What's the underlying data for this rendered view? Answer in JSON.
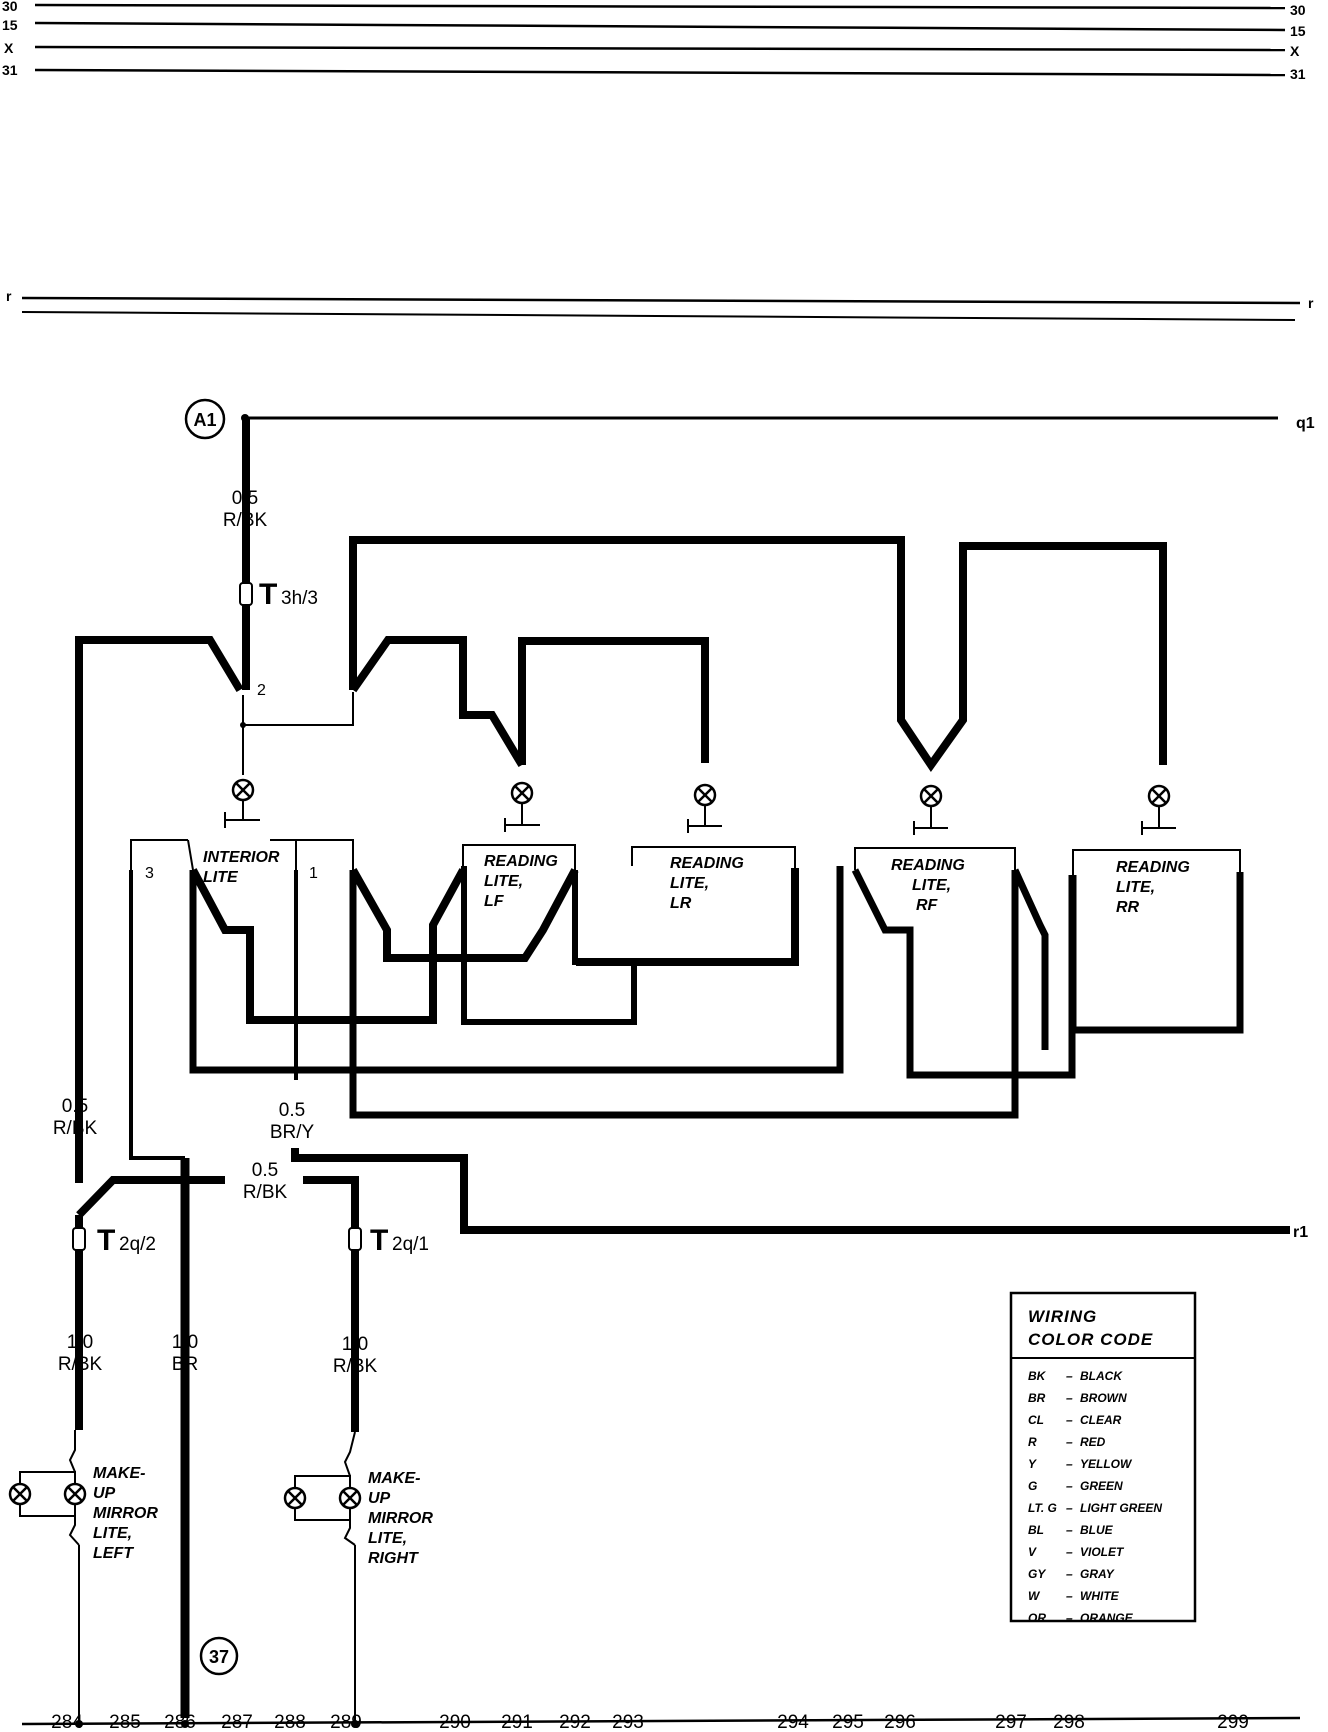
{
  "buses": {
    "b30": "30",
    "b15": "15",
    "bx": "X",
    "b31": "31",
    "r": "r"
  },
  "connections": {
    "a1": "A1",
    "c37": "37",
    "q1": "q1",
    "r1": "r1"
  },
  "connectors": {
    "t3h3": {
      "main": "T",
      "sub": "3h/3"
    },
    "t2q2": {
      "main": "T",
      "sub": "2q/2"
    },
    "t2q1": {
      "main": "T",
      "sub": "2q/1"
    }
  },
  "pins": {
    "p2": "2",
    "p3": "3",
    "p1": "1"
  },
  "wires": {
    "w_top": {
      "size": "0.5",
      "color": "R/BK"
    },
    "w_left": {
      "size": "0.5",
      "color": "R/BK"
    },
    "w_mid": {
      "size": "0.5",
      "color": "BR/Y"
    },
    "w_cross": {
      "size": "0.5",
      "color": "R/BK"
    },
    "w_ml": {
      "size": "1.0",
      "color": "R/BK"
    },
    "w_br": {
      "size": "1.0",
      "color": "BR"
    },
    "w_mr": {
      "size": "1.0",
      "color": "R/BK"
    }
  },
  "components": {
    "interior": [
      "INTERIOR",
      "LITE"
    ],
    "lf": [
      "READING",
      "LITE,",
      "LF"
    ],
    "lr": [
      "READING",
      "LITE,",
      "LR"
    ],
    "rf": [
      "READING",
      "LITE,",
      "RF"
    ],
    "rr": [
      "READING",
      "LITE,",
      "RR"
    ],
    "mirror_left": [
      "MAKE-",
      "UP",
      "MIRROR",
      "LITE,",
      "LEFT"
    ],
    "mirror_right": [
      "MAKE-",
      "UP",
      "MIRROR",
      "LITE,",
      "RIGHT"
    ]
  },
  "positions": [
    "284",
    "285",
    "286",
    "287",
    "288",
    "289",
    "290",
    "291",
    "292",
    "293",
    "294",
    "295",
    "296",
    "297",
    "298",
    "299"
  ],
  "legend": {
    "title1": "WIRING",
    "title2": "COLOR CODE",
    "rows": [
      {
        "code": "BK",
        "name": "BLACK"
      },
      {
        "code": "BR",
        "name": "BROWN"
      },
      {
        "code": "CL",
        "name": "CLEAR"
      },
      {
        "code": "R",
        "name": "RED"
      },
      {
        "code": "Y",
        "name": "YELLOW"
      },
      {
        "code": "G",
        "name": "GREEN"
      },
      {
        "code": "LT. G",
        "name": "LIGHT GREEN"
      },
      {
        "code": "BL",
        "name": "BLUE"
      },
      {
        "code": "V",
        "name": "VIOLET"
      },
      {
        "code": "GY",
        "name": "GRAY"
      },
      {
        "code": "W",
        "name": "WHITE"
      },
      {
        "code": "OR",
        "name": "ORANGE"
      }
    ]
  }
}
